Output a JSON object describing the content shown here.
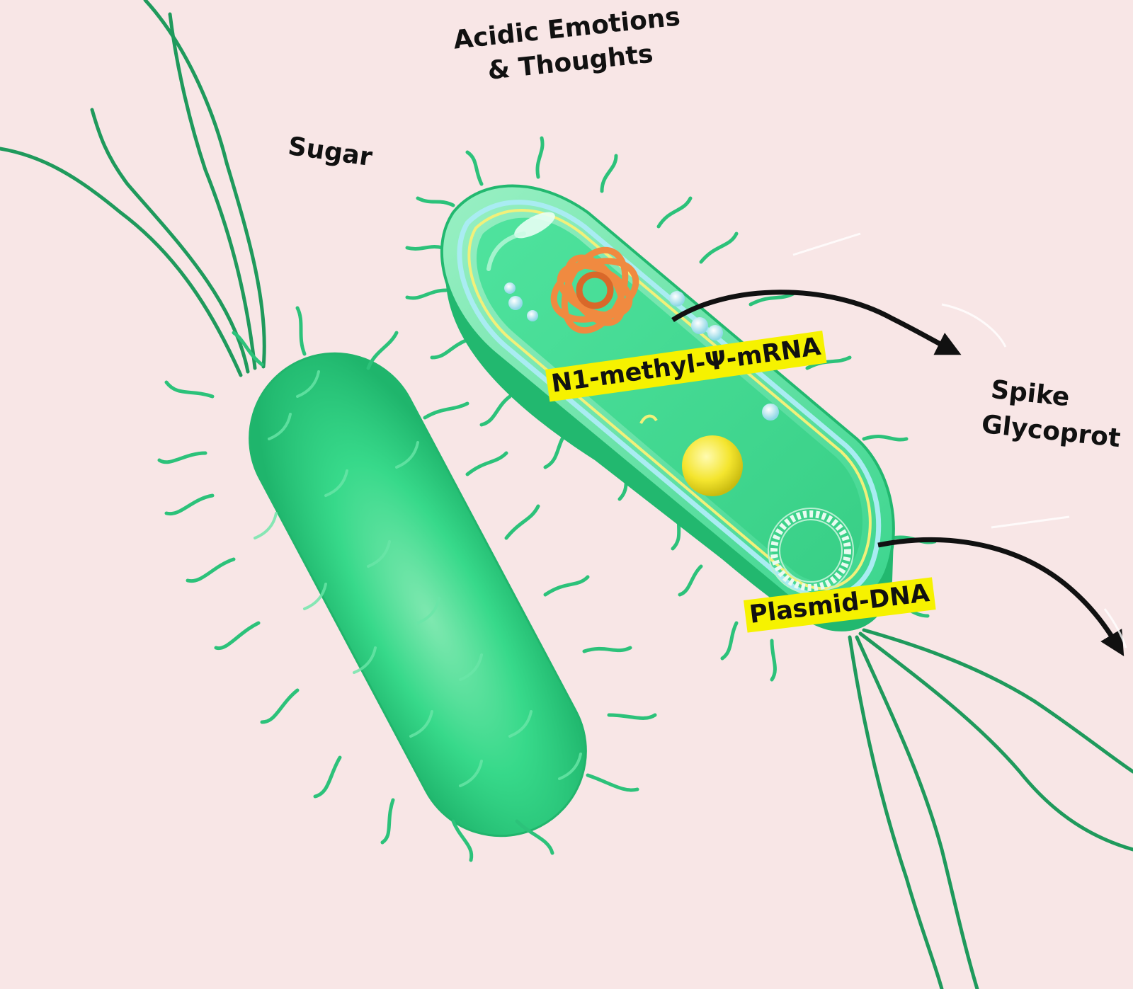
{
  "labels": {
    "acidic_line1": "Acidic Emotions",
    "acidic_line2": "& Thoughts",
    "sugar": "Sugar",
    "spike_line1": "Spike",
    "spike_line2": "Glycoprot",
    "mrna": "N1-methyl-Ψ-mRNA",
    "plasmid": "Plasmid-DNA"
  },
  "colors": {
    "background": "#f8e6e6",
    "bacterium_green": "#2fd98a",
    "bacterium_dark": "#1aa565",
    "flagella": "#1f9a5c",
    "highlight": "#f6f200",
    "ribosome_orange": "#f08a40",
    "granule_yellow": "#f5e93a",
    "arrow": "#111111"
  },
  "icons": {
    "bacterium_left": "rod-bacterium-icon",
    "bacterium_right": "bacterium-cross-section-icon",
    "nucleoid": "nucleoid-knot-icon",
    "plasmid": "plasmid-ring-icon",
    "granule": "storage-granule-icon",
    "arrow": "curved-arrow-icon"
  }
}
